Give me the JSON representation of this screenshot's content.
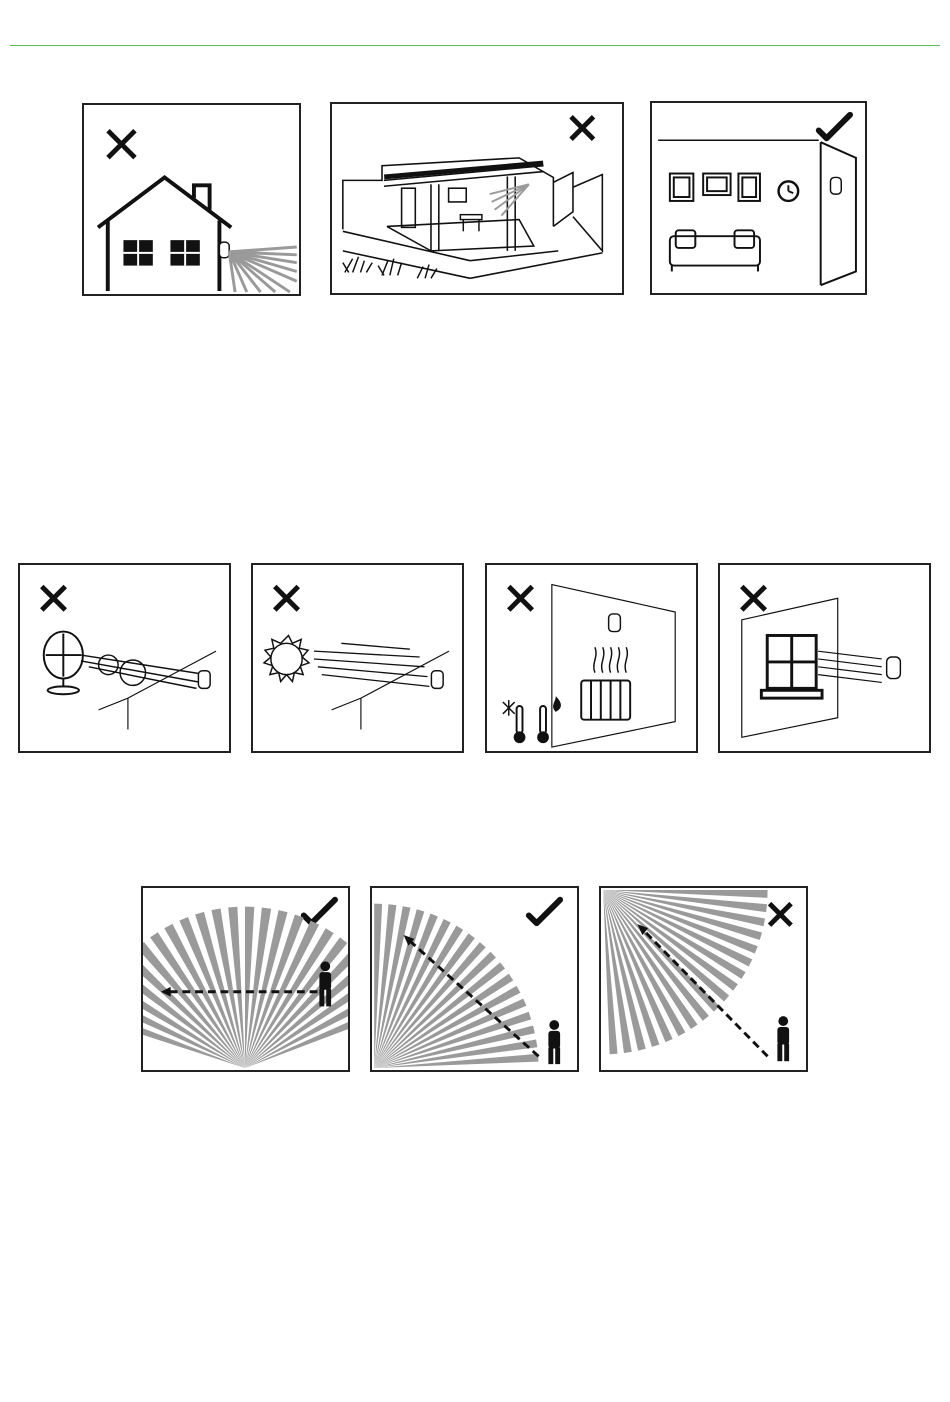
{
  "colors": {
    "rule": "#5cb85c",
    "ink": "#111111",
    "beam": "#9a9a9a"
  },
  "rows": [
    {
      "name": "location",
      "panels": [
        {
          "scene": "house-exterior",
          "verdict": "wrong",
          "icon": "cross-icon"
        },
        {
          "scene": "covered-patio",
          "verdict": "wrong",
          "icon": "cross-icon"
        },
        {
          "scene": "living-room-interior",
          "verdict": "correct",
          "icon": "check-icon"
        }
      ]
    },
    {
      "name": "interference",
      "panels": [
        {
          "scene": "fan-airflow",
          "verdict": "wrong",
          "icon": "cross-icon"
        },
        {
          "scene": "direct-sunlight",
          "verdict": "wrong",
          "icon": "cross-icon"
        },
        {
          "scene": "heater-temperature",
          "verdict": "wrong",
          "icon": "cross-icon"
        },
        {
          "scene": "window-draft",
          "verdict": "wrong",
          "icon": "cross-icon"
        }
      ]
    },
    {
      "name": "walk-direction",
      "panels": [
        {
          "scene": "walk-across-beams",
          "verdict": "correct",
          "icon": "check-icon"
        },
        {
          "scene": "walk-across-corner-beams",
          "verdict": "correct",
          "icon": "check-icon"
        },
        {
          "scene": "walk-toward-sensor",
          "verdict": "wrong",
          "icon": "cross-icon"
        }
      ]
    }
  ]
}
